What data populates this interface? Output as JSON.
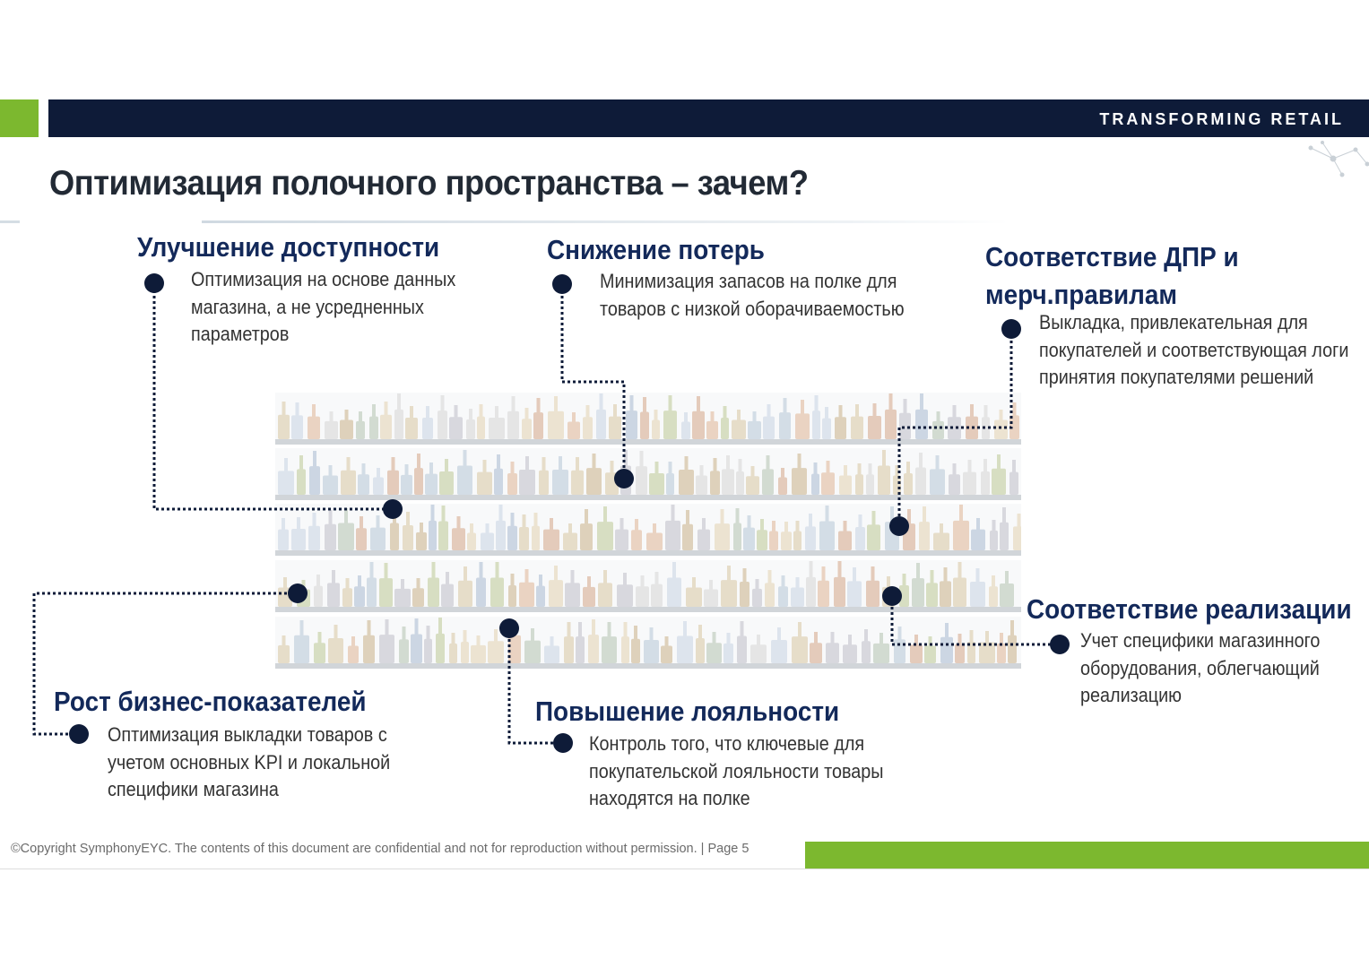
{
  "header": {
    "brand": "TRANSFORMING RETAIL"
  },
  "title": "Оптимизация полочного пространства – зачем?",
  "blocks": {
    "availability": {
      "heading": "Улучшение доступности",
      "lines": [
        "Оптимизация на основе данных",
        "магазина, а не усредненных",
        "параметров"
      ]
    },
    "losses": {
      "heading": "Снижение потерь",
      "lines": [
        "Минимизация запасов на полке для",
        "товаров с низкой оборачиваемостью"
      ]
    },
    "compliance": {
      "heading_lines": [
        "Соответствие ДПР и",
        "мерч.правилам"
      ],
      "lines": [
        "Выкладка, привлекательная для",
        "покупателей и соответствующая логи",
        "принятия покупателями решений"
      ]
    },
    "implementation": {
      "heading": "Соответствие реализации",
      "lines": [
        "Учет специфики магазинного",
        "оборудования, облегчающий",
        "реализацию"
      ]
    },
    "growth": {
      "heading": "Рост бизнес-показателей",
      "lines": [
        "Оптимизация выкладки товаров с",
        "учетом основных KPI и локальной",
        "специфики магазина"
      ]
    },
    "loyalty": {
      "heading": "Повышение лояльности",
      "lines": [
        "Контроль того, что ключевые для",
        "покупательской лояльности товары",
        "находятся на полке"
      ]
    }
  },
  "footer": {
    "text": "©Copyright SymphonyEYC. The contents of this document are confidential and not for reproduction without permission.   |   Page 5"
  },
  "colors": {
    "navy": "#0e1b38",
    "heading_blue": "#13295a",
    "green": "#7cb82f"
  }
}
